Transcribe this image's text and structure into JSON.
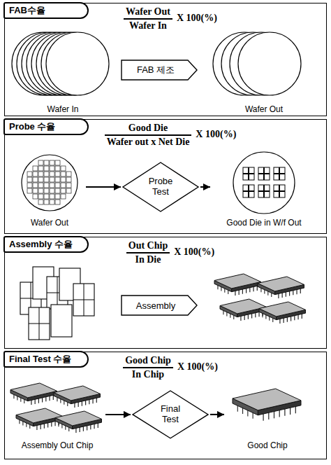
{
  "diagram": {
    "nodes": [
      {
        "text": [
          "FAB수율",
          "Wafer Out",
          "Wafer In",
          "X 100(%)"
        ]
      },
      {
        "text": [
          "Wafer In"
        ],
        "in": 0
      },
      {
        "text": [
          "FAB 제조"
        ],
        "in": 0
      },
      {
        "text": [
          "Wafer Out"
        ],
        "in": 0
      },
      {
        "text": [
          "Probe 수율",
          "Good Die",
          "Wafer out x Net Die",
          "X 100(%)"
        ]
      },
      {
        "text": [
          "Wafer Out"
        ],
        "in": 4
      },
      {
        "text": [
          "Probe Test"
        ],
        "in": 4
      },
      {
        "text": [
          "Good Die in W/f Out"
        ],
        "in": 4
      },
      {
        "text": [
          "Assembly 수율",
          "Out Chip",
          "In Die",
          "X 100(%)"
        ]
      },
      {
        "text": [
          "Assembly"
        ],
        "in": 8
      },
      {
        "text": [
          "Final Test 수율",
          "Good Chip",
          "In Chip",
          "X 100(%)"
        ]
      },
      {
        "text": [
          "Assembly Out Chip"
        ],
        "in": 10
      },
      {
        "text": [
          "Final Test"
        ],
        "in": 10
      },
      {
        "text": [
          "Good Chip"
        ],
        "in": 10
      }
    ],
    "edges": [
      {
        "from": 5,
        "to": 6,
        "arrow": "to"
      },
      {
        "from": 6,
        "to": 7,
        "arrow": "to"
      },
      {
        "from": 11,
        "to": 12,
        "arrow": "to"
      },
      {
        "from": 12,
        "to": 13,
        "arrow": "to"
      }
    ]
  }
}
